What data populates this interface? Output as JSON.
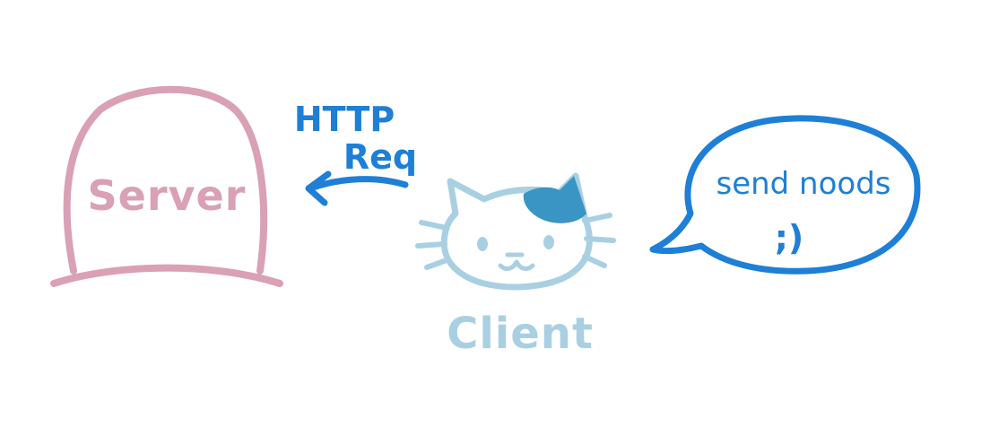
{
  "diagram": {
    "server": {
      "label": "Server",
      "color": "#d9a0b6"
    },
    "request": {
      "line1": "HTTP",
      "line2": "Req",
      "color": "#1e7fd6"
    },
    "client": {
      "label": "Client",
      "color": "#a9d0e2",
      "patch_color": "#3a95c4"
    },
    "speech_bubble": {
      "line1": "send noods",
      "line2": ";)",
      "color": "#1e7fd6"
    }
  }
}
